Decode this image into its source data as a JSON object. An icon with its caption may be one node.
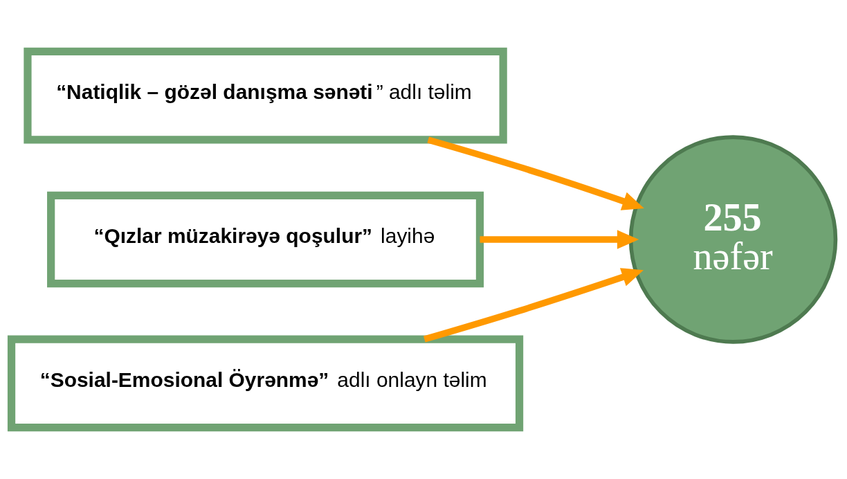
{
  "diagram": {
    "nodes": [
      {
        "text": [
          "**“Natiqlik – gözəl danışma sənəti**” adlı təlim"
        ]
      },
      {
        "text": [
          "**“Qızlar müzakirəyə qoşulur”** layihə"
        ]
      },
      {
        "text": [
          "**“Sosial-Emosional Öyrənmə”** adlı onlayn təlim"
        ]
      },
      {
        "text": [
          "**255**",
          "nəfər"
        ]
      }
    ],
    "edges": [
      {
        "from": 0,
        "to": 3,
        "arrow": "to"
      },
      {
        "from": 1,
        "to": 3,
        "arrow": "to"
      },
      {
        "from": 2,
        "to": 3,
        "arrow": "to"
      }
    ]
  }
}
